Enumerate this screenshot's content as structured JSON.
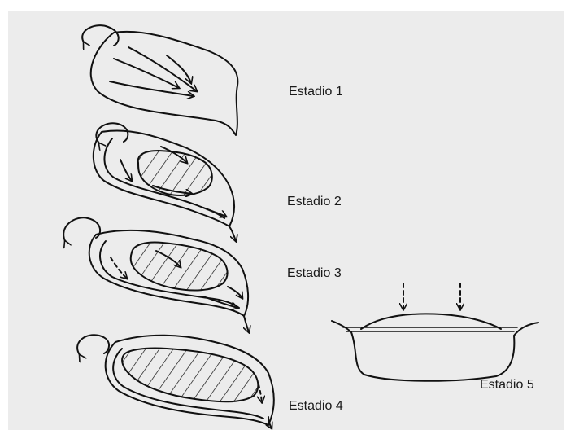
{
  "stages": [
    {
      "id": 1,
      "label": "Estadio 1"
    },
    {
      "id": 2,
      "label": "Estadio 2"
    },
    {
      "id": 3,
      "label": "Estadio 3"
    },
    {
      "id": 4,
      "label": "Estadio 4"
    },
    {
      "id": 5,
      "label": "Estadio 5"
    }
  ],
  "colors": {
    "background": "#ececec",
    "stroke": "#111111"
  }
}
